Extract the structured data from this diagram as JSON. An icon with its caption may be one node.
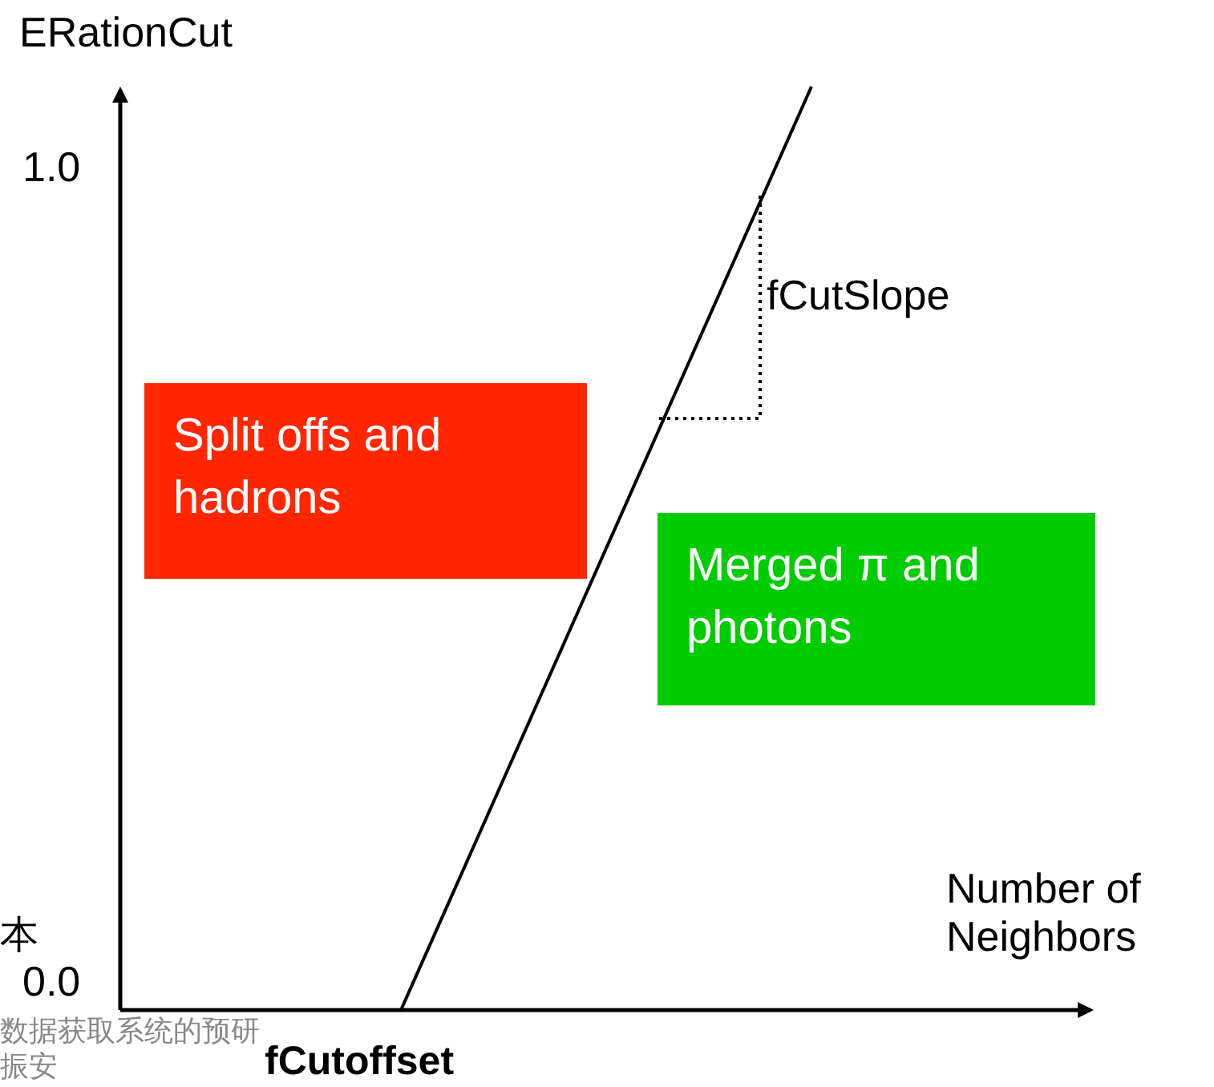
{
  "diagram": {
    "nodes": [
      {
        "text": [
          "Split offs and hadrons"
        ]
      },
      {
        "text": [
          "Merged π and photons"
        ]
      }
    ],
    "edges": [],
    "labels": [
      "ERationCut",
      "1.0",
      "fCutSlope",
      "Number of Neighbors",
      "本",
      "0.0",
      "数据获取系统的预研",
      "振安",
      "fCutoffset"
    ]
  }
}
